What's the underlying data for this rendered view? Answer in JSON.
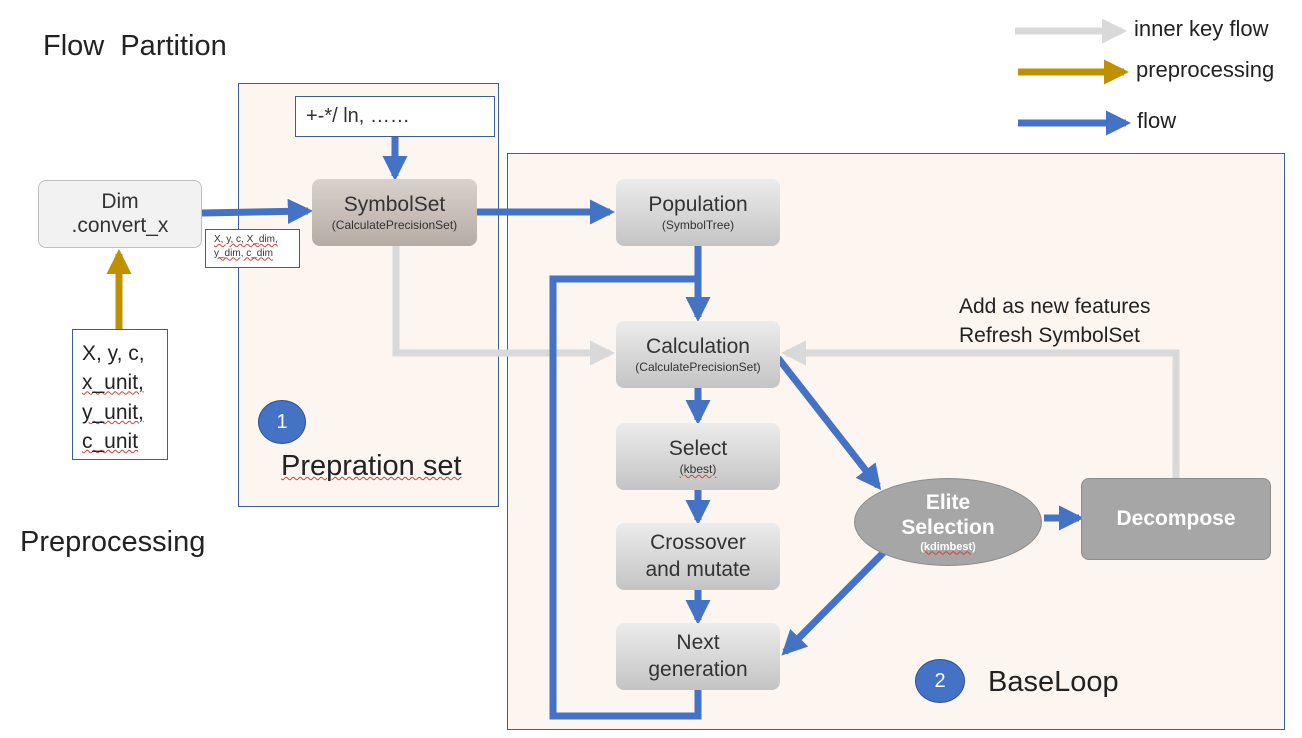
{
  "titles": {
    "flow_partition": "Flow  Partition",
    "preprocessing": "Preprocessing",
    "prepration_set": "Prepration set",
    "baseloop": "BaseLoop"
  },
  "legend": {
    "inner": "inner key flow",
    "preprocessing": "preprocessing",
    "flow": "flow"
  },
  "colors": {
    "flow": "#4472c4",
    "inner": "#d9d9d9",
    "preprocessing": "#bf9000"
  },
  "nodes": {
    "dim": {
      "line1": "Dim",
      "line2": ".convert_x"
    },
    "inputs": {
      "lines": [
        "X, y, c,",
        "x_unit,",
        "y_unit,",
        "c_unit"
      ]
    },
    "ops": {
      "text": "+-*/ ln, ……"
    },
    "symbolset": {
      "main": "SymbolSet",
      "sub": "(CalculatePrecisionSet)"
    },
    "symbolset_note": {
      "line1": "X,  y, c, X_dim,",
      "line2": "y_dim, c_dim"
    },
    "population": {
      "main": "Population",
      "sub": "(SymbolTree)"
    },
    "calculation": {
      "main": "Calculation",
      "sub": "(CalculatePrecisionSet)"
    },
    "select": {
      "main": "Select",
      "sub": "(kbest)"
    },
    "crossover": {
      "line1": "Crossover",
      "line2": "and mutate"
    },
    "next_gen": {
      "line1": "Next",
      "line2": "generation"
    },
    "elite": {
      "line1": "Elite",
      "line2": "Selection",
      "sub": "(kdimbest)"
    },
    "decompose": {
      "main": "Decompose"
    }
  },
  "feedback_note": {
    "line1": "Add as new features",
    "line2": "Refresh SymbolSet"
  },
  "badges": {
    "one": "1",
    "two": "2"
  }
}
